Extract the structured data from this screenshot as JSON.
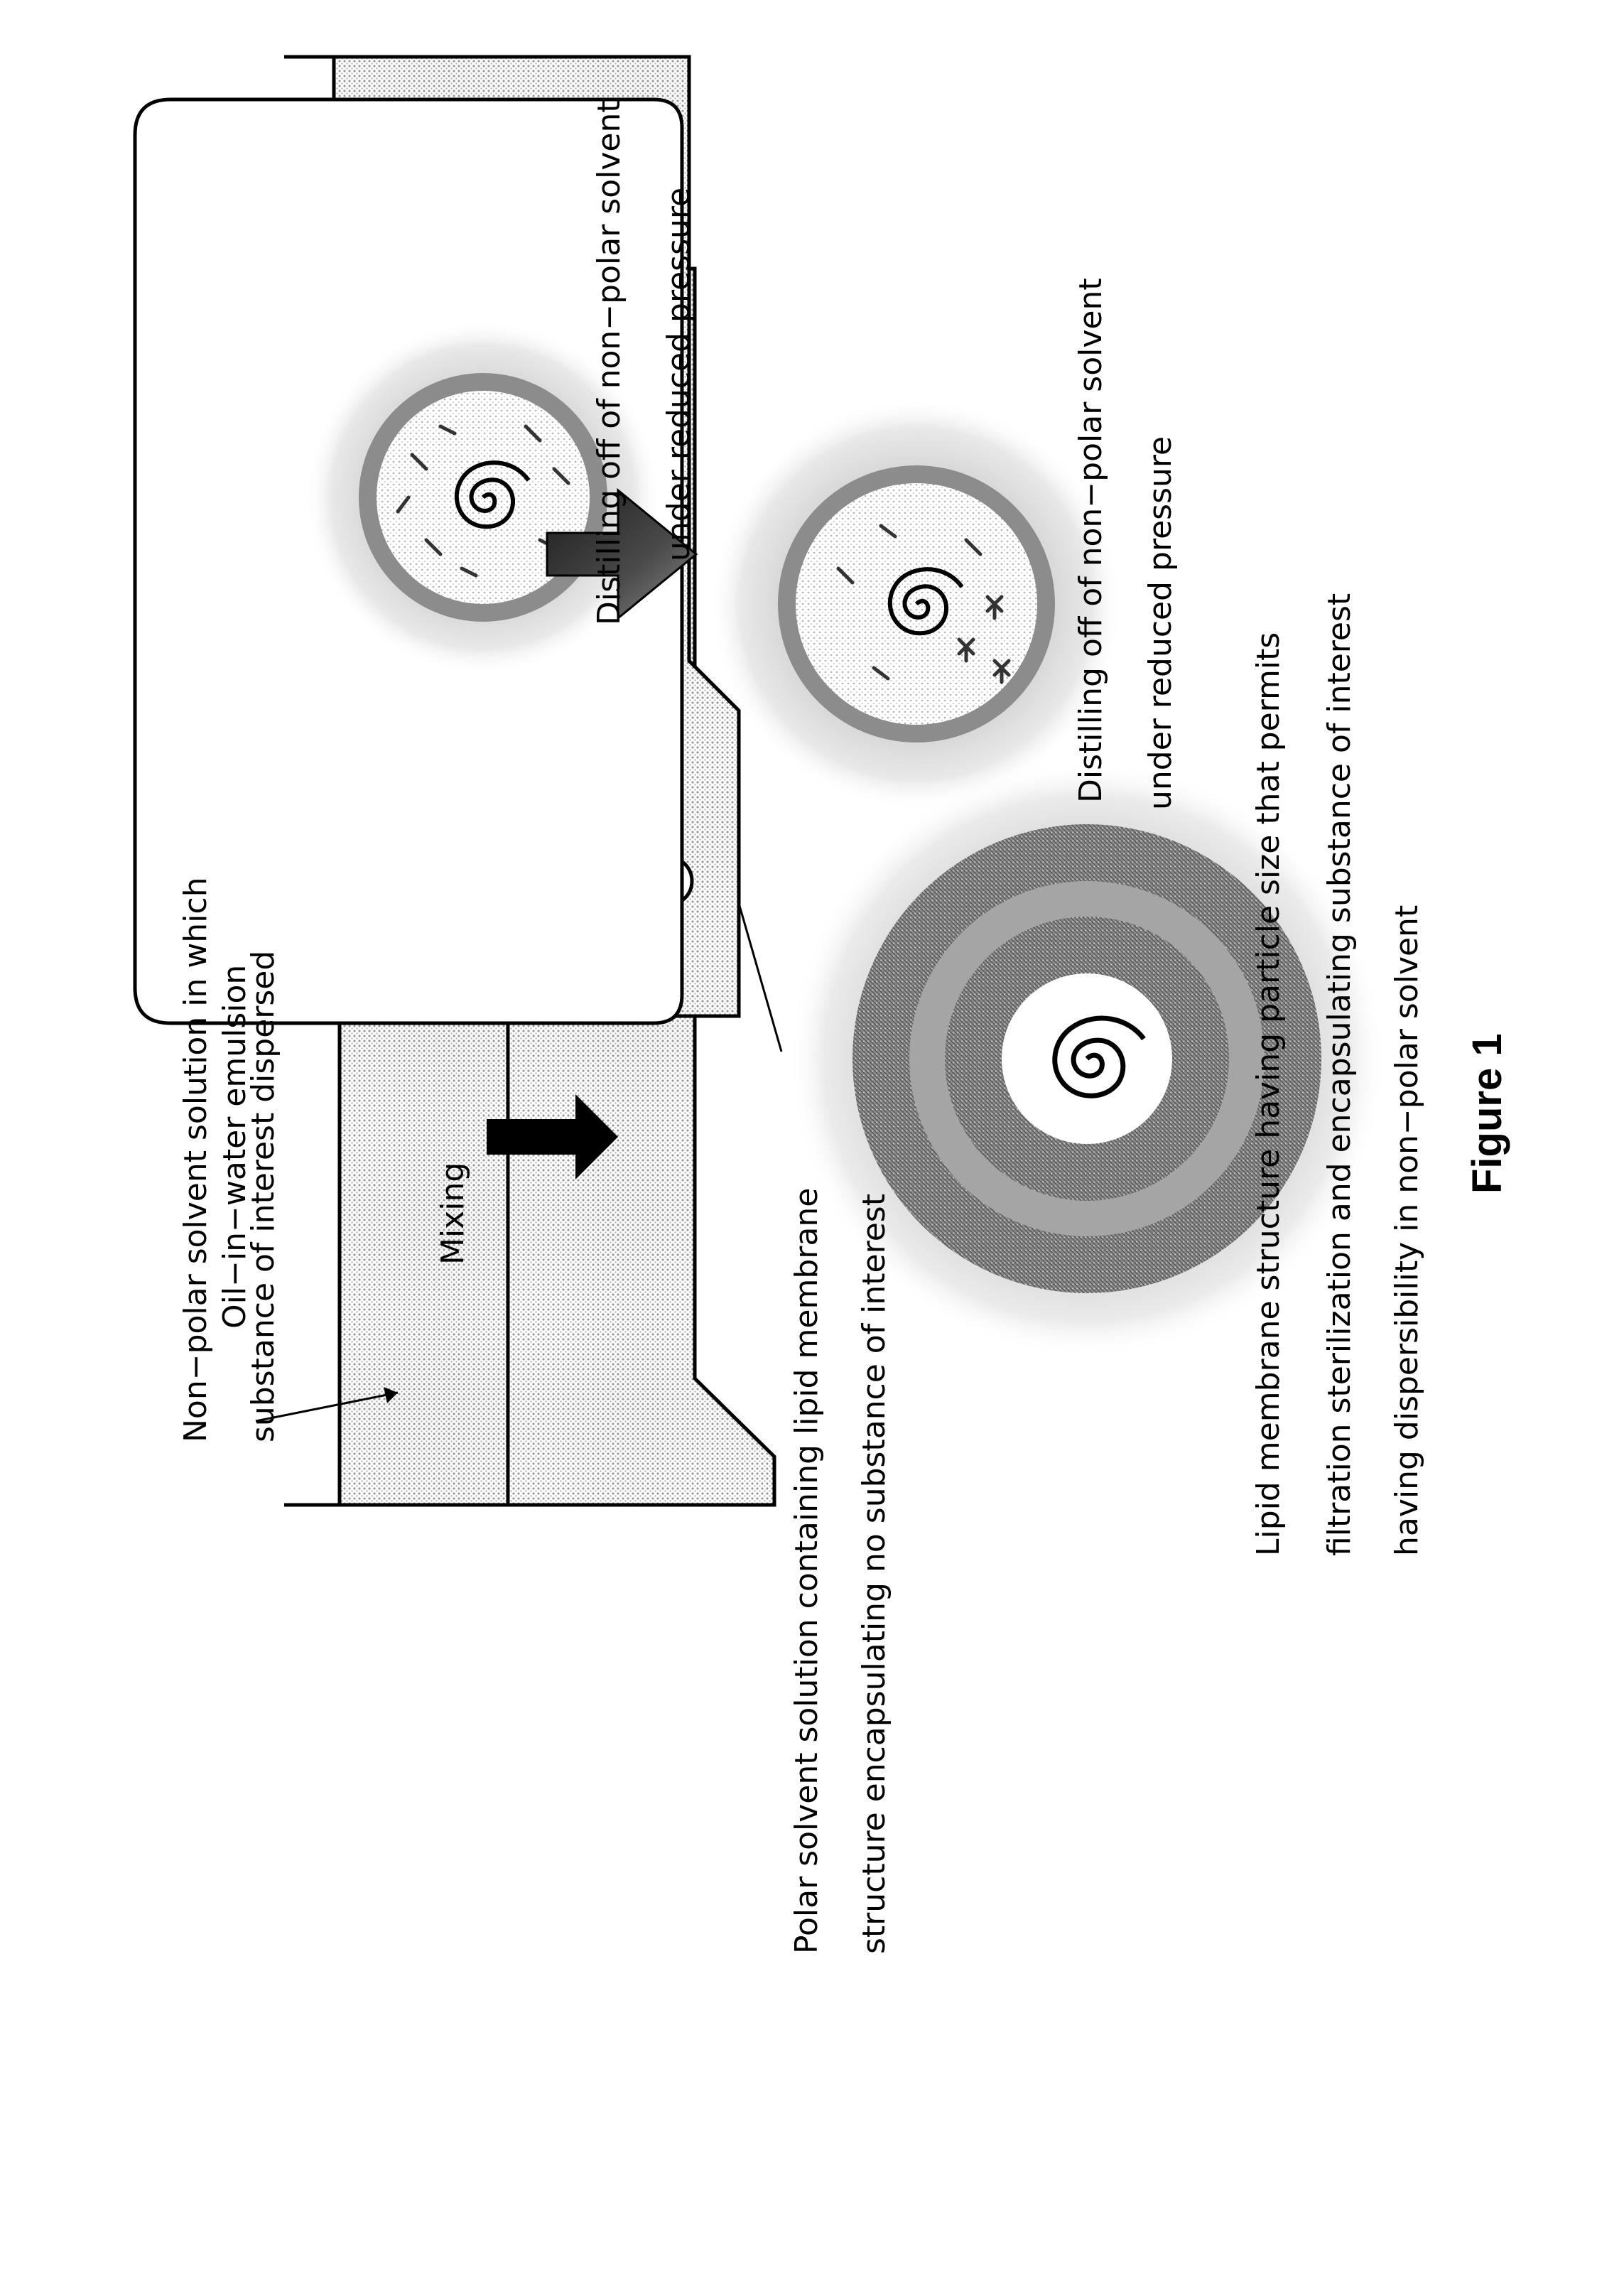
{
  "labels": {
    "nonpolar_line1": "Non−polar solvent solution in which",
    "nonpolar_line2": "substance of interest dispersed",
    "polar_line1": "Polar solvent solution containing lipid membrane",
    "polar_line2": "structure encapsulating no substance of interest",
    "mixing": "Mixing",
    "emulsion": "Oil−in−water emulsion",
    "distill_a_line1": "Distilling off of non−polar solvent",
    "distill_a_line2": "under reduced pressure",
    "distill_b_line1": "Distilling off of non−polar solvent",
    "distill_b_line2": "under reduced pressure",
    "result_line1": "Lipid membrane structure having particle size that permits",
    "result_line2": "filtration sterilization and encapsulating substance of interest",
    "result_line3": "having dispersibility in non−polar solvent",
    "figure_caption": "Figure 1"
  },
  "colors": {
    "ink": "#000000",
    "fill_light": "#d9d9d9",
    "fill_mid": "#9a9a9a",
    "fill_dark": "#3c3c3c",
    "halo": "#cfcfcf"
  }
}
